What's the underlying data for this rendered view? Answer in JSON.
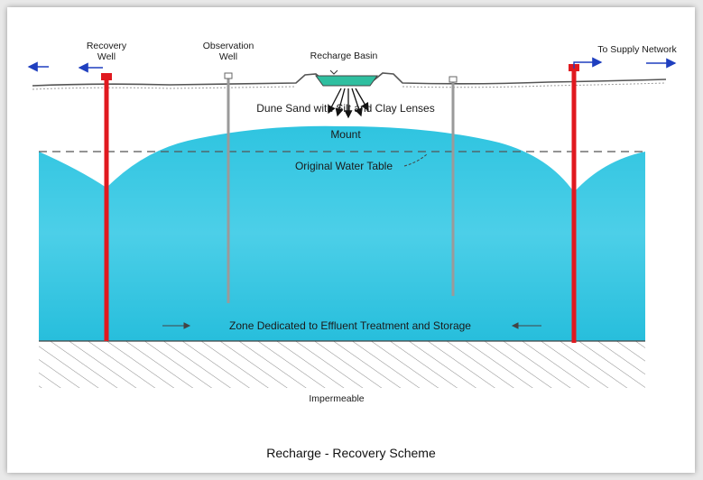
{
  "labels": {
    "recovery_well_line1": "Recovery",
    "recovery_well_line2": "Well",
    "observation_well_line1": "Observation",
    "observation_well_line2": "Well",
    "recharge_basin": "Recharge Basin",
    "supply_network": "To Supply Network",
    "dune_sand": "Dune Sand with Silt and Clay Lenses",
    "mount": "Mount",
    "original_water_table": "Original Water Table",
    "zone": "Zone Dedicated to Effluent Treatment and Storage",
    "impermeable": "Impermeable"
  },
  "caption": "Recharge - Recovery Scheme",
  "colors": {
    "water": "#27c2df",
    "water_light": "#5fd6ec",
    "well_red": "#e0191f",
    "arrow_blue": "#1f3fbf"
  }
}
